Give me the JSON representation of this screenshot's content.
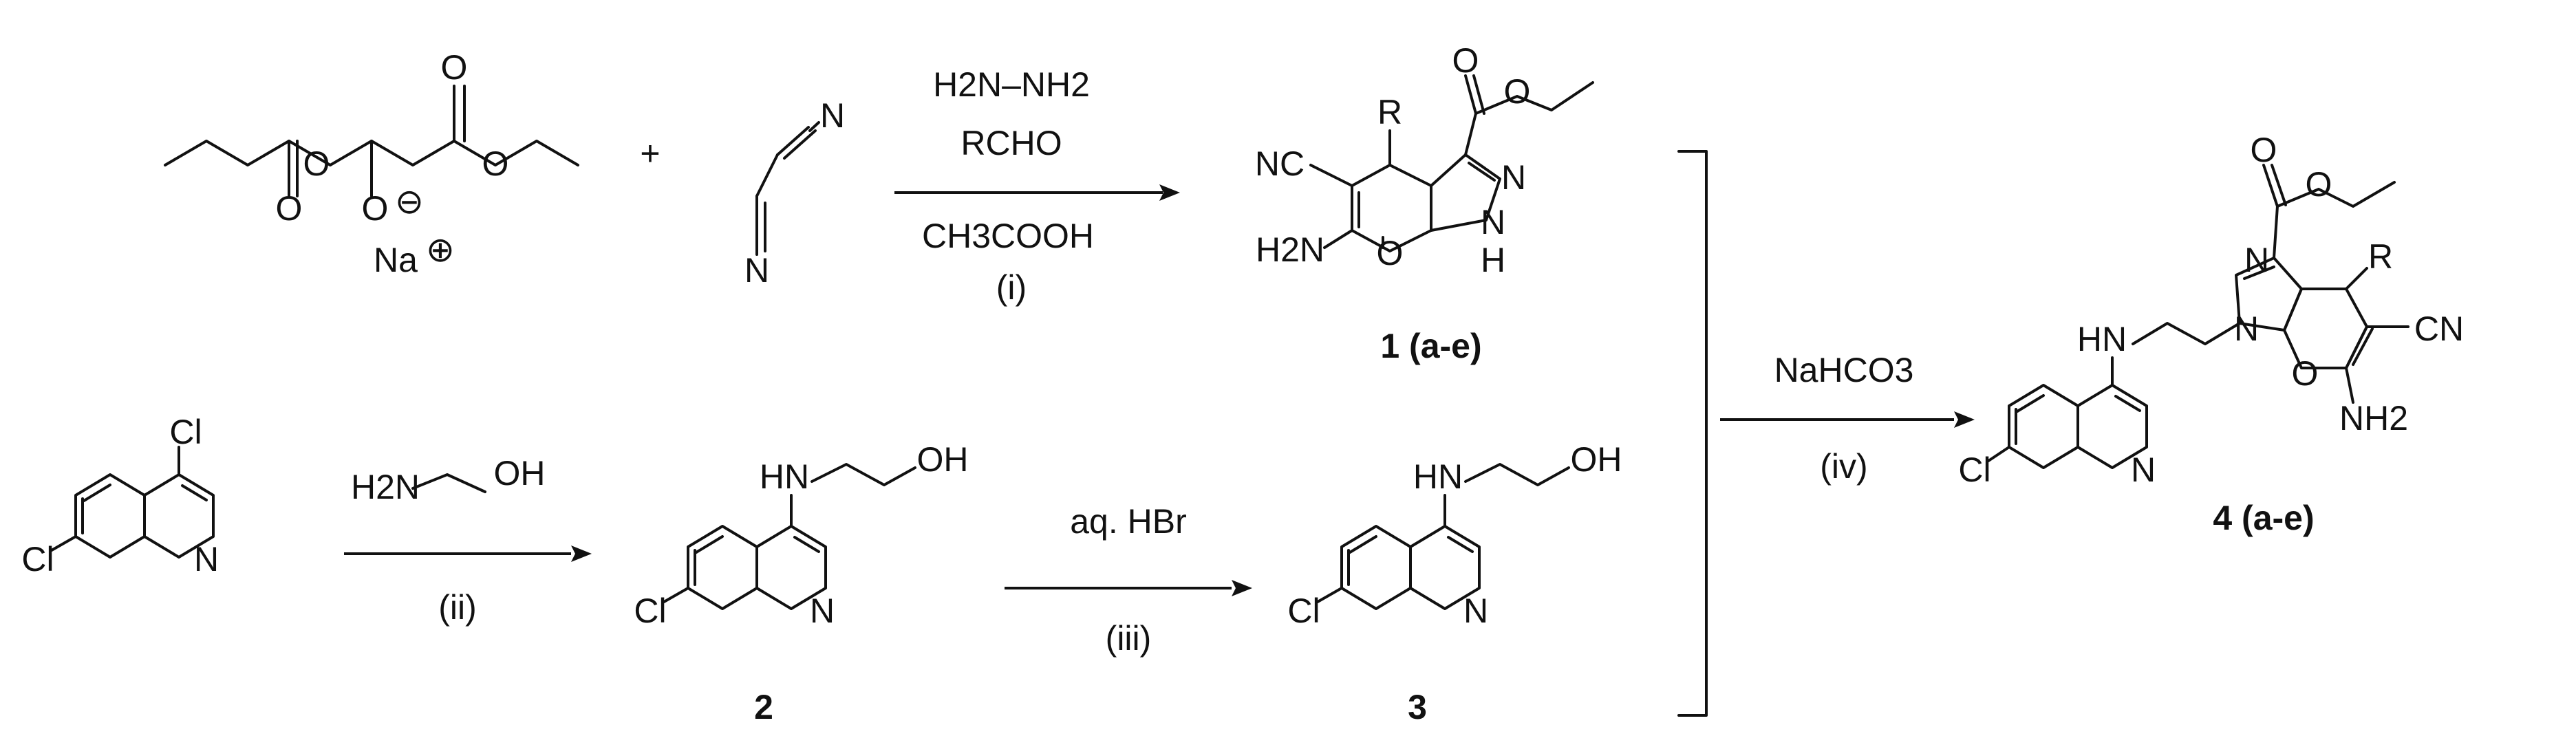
{
  "reagents": {
    "hydrazine": "H2N–NH2",
    "aldehyde": "RCHO",
    "acid": "CH3COOH",
    "step_i": "(i)",
    "ethanolamine_h2n": "H2N",
    "ethanolamine_oh": "OH",
    "step_ii": "(ii)",
    "hbr": "aq. HBr",
    "step_iii": "(iii)",
    "base": "NaHCO3",
    "step_iv": "(iv)"
  },
  "atoms": {
    "na": "Na",
    "o_minus": "O",
    "cl": "Cl",
    "n": "N",
    "hn": "HN",
    "oh": "OH",
    "nc": "NC",
    "cn": "CN",
    "h2n": "H2N",
    "nh2": "NH2",
    "r": "R",
    "o": "O",
    "h": "H"
  },
  "symbols": {
    "plus": "+",
    "positive_charge": "⊕",
    "negative_charge": "⊖"
  },
  "compounds": {
    "c1": "1 (a-e)",
    "c2": "2",
    "c3": "3",
    "c4": "4 (a-e)"
  }
}
